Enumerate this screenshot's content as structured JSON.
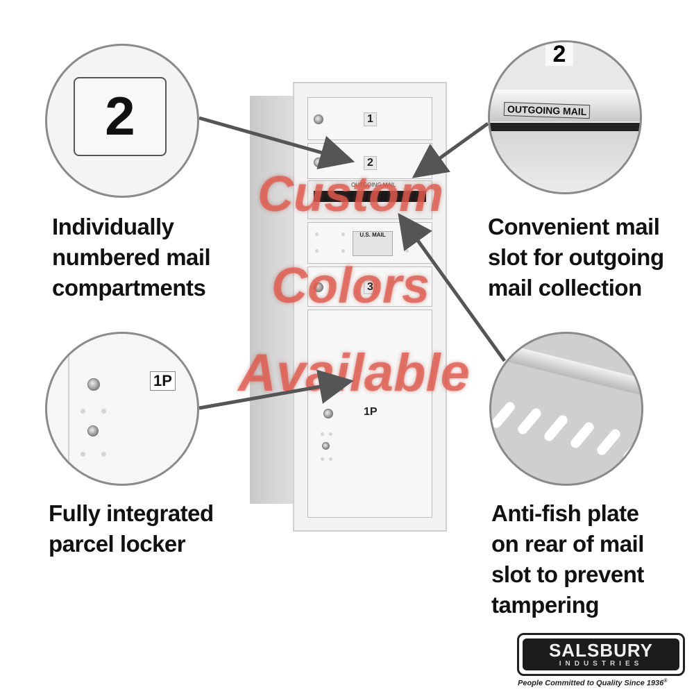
{
  "features": {
    "numbered": [
      "Individually",
      "numbered mail",
      "compartments"
    ],
    "outgoing": [
      "Convenient mail",
      "slot for outgoing",
      "mail collection"
    ],
    "parcel": [
      "Fully integrated",
      "parcel locker"
    ],
    "antifish": [
      "Anti-fish plate",
      "on rear of mail",
      "slot to prevent",
      "tampering"
    ]
  },
  "watermark": [
    "Custom",
    "Colors",
    "Available"
  ],
  "mailbox": {
    "door_1": "1",
    "door_2": "2",
    "door_3": "3",
    "parcel": "1P",
    "outgoing_label": "OUTGOING MAIL",
    "usmail_label": "U.S. MAIL"
  },
  "zoom": {
    "number_tag": "2",
    "outgoing_number": "2",
    "outgoing_label": "OUTGOING MAIL",
    "parcel_tag": "1P"
  },
  "brand": {
    "name": "SALSBURY",
    "sub": "INDUSTRIES",
    "tagline": "People Committed to Quality Since 1936",
    "reg": "®"
  },
  "colors": {
    "watermark": "#e05c50",
    "arrow": "#555555",
    "circle_border": "#8a8a8a"
  }
}
